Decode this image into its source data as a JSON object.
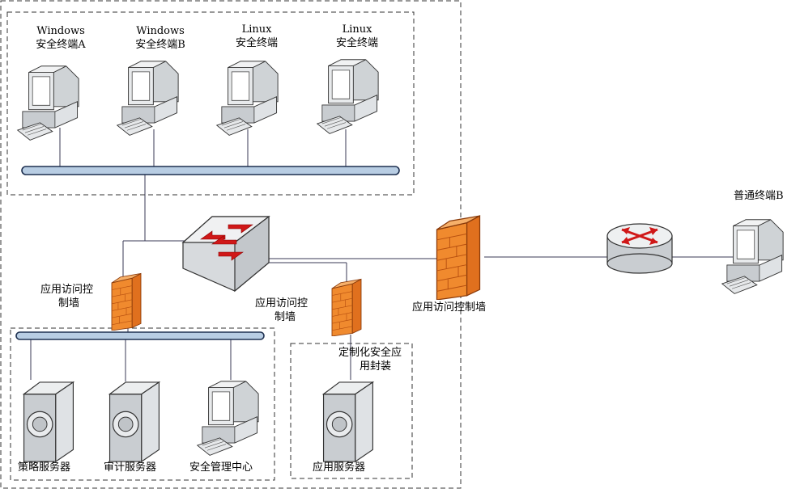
{
  "labels": {
    "win_a_l1": "Windows",
    "win_a_l2": "安全终端A",
    "win_b_l1": "Windows",
    "win_b_l2": "安全终端B",
    "linux1_l1": "Linux",
    "linux1_l2": "安全终端",
    "linux2_l1": "Linux",
    "linux2_l2": "安全终端",
    "normal_terminal": "普通终端B",
    "fw_left_l1": "应用访问控",
    "fw_left_l2": "制墙",
    "fw_mid_l1": "应用访问控",
    "fw_mid_l2": "制墙",
    "fw_big": "应用访问控制墙",
    "custom_l1": "定制化安全应",
    "custom_l2": "用封装",
    "policy_server": "策略服务器",
    "audit_server": "审计服务器",
    "mgmt_center": "安全管理中心",
    "app_server": "应用服务器"
  }
}
